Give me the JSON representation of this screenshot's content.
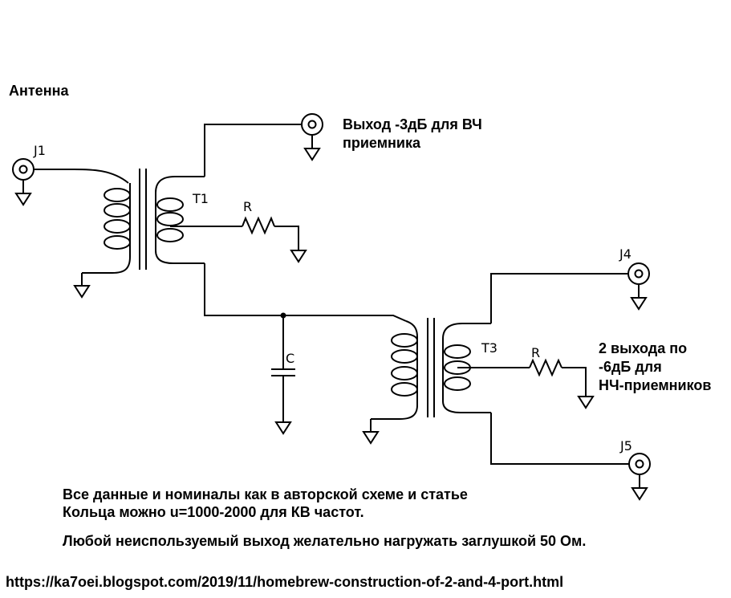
{
  "labels": {
    "antenna": "Антенна",
    "j1": "J1",
    "t1": "T1",
    "r1": "R",
    "out_hf_line1": "Выход -3дБ для ВЧ",
    "out_hf_line2": "приемника",
    "j4": "J4",
    "c": "C",
    "t3": "T3",
    "r2": "R",
    "out_lf_line1": "2 выхода по",
    "out_lf_line2": "-6дБ для",
    "out_lf_line3": "НЧ-приемников",
    "j5": "J5"
  },
  "notes": {
    "line1": "Все данные и номиналы как в авторской схеме и статье",
    "line2": "Кольца можно u=1000-2000 для КВ частот.",
    "line3": "Любой неиспользуемый выход желательно нагружать заглушкой 50 Ом."
  },
  "source_url": "https://ka7oei.blogspot.com/2019/11/homebrew-construction-of-2-and-4-port.html"
}
